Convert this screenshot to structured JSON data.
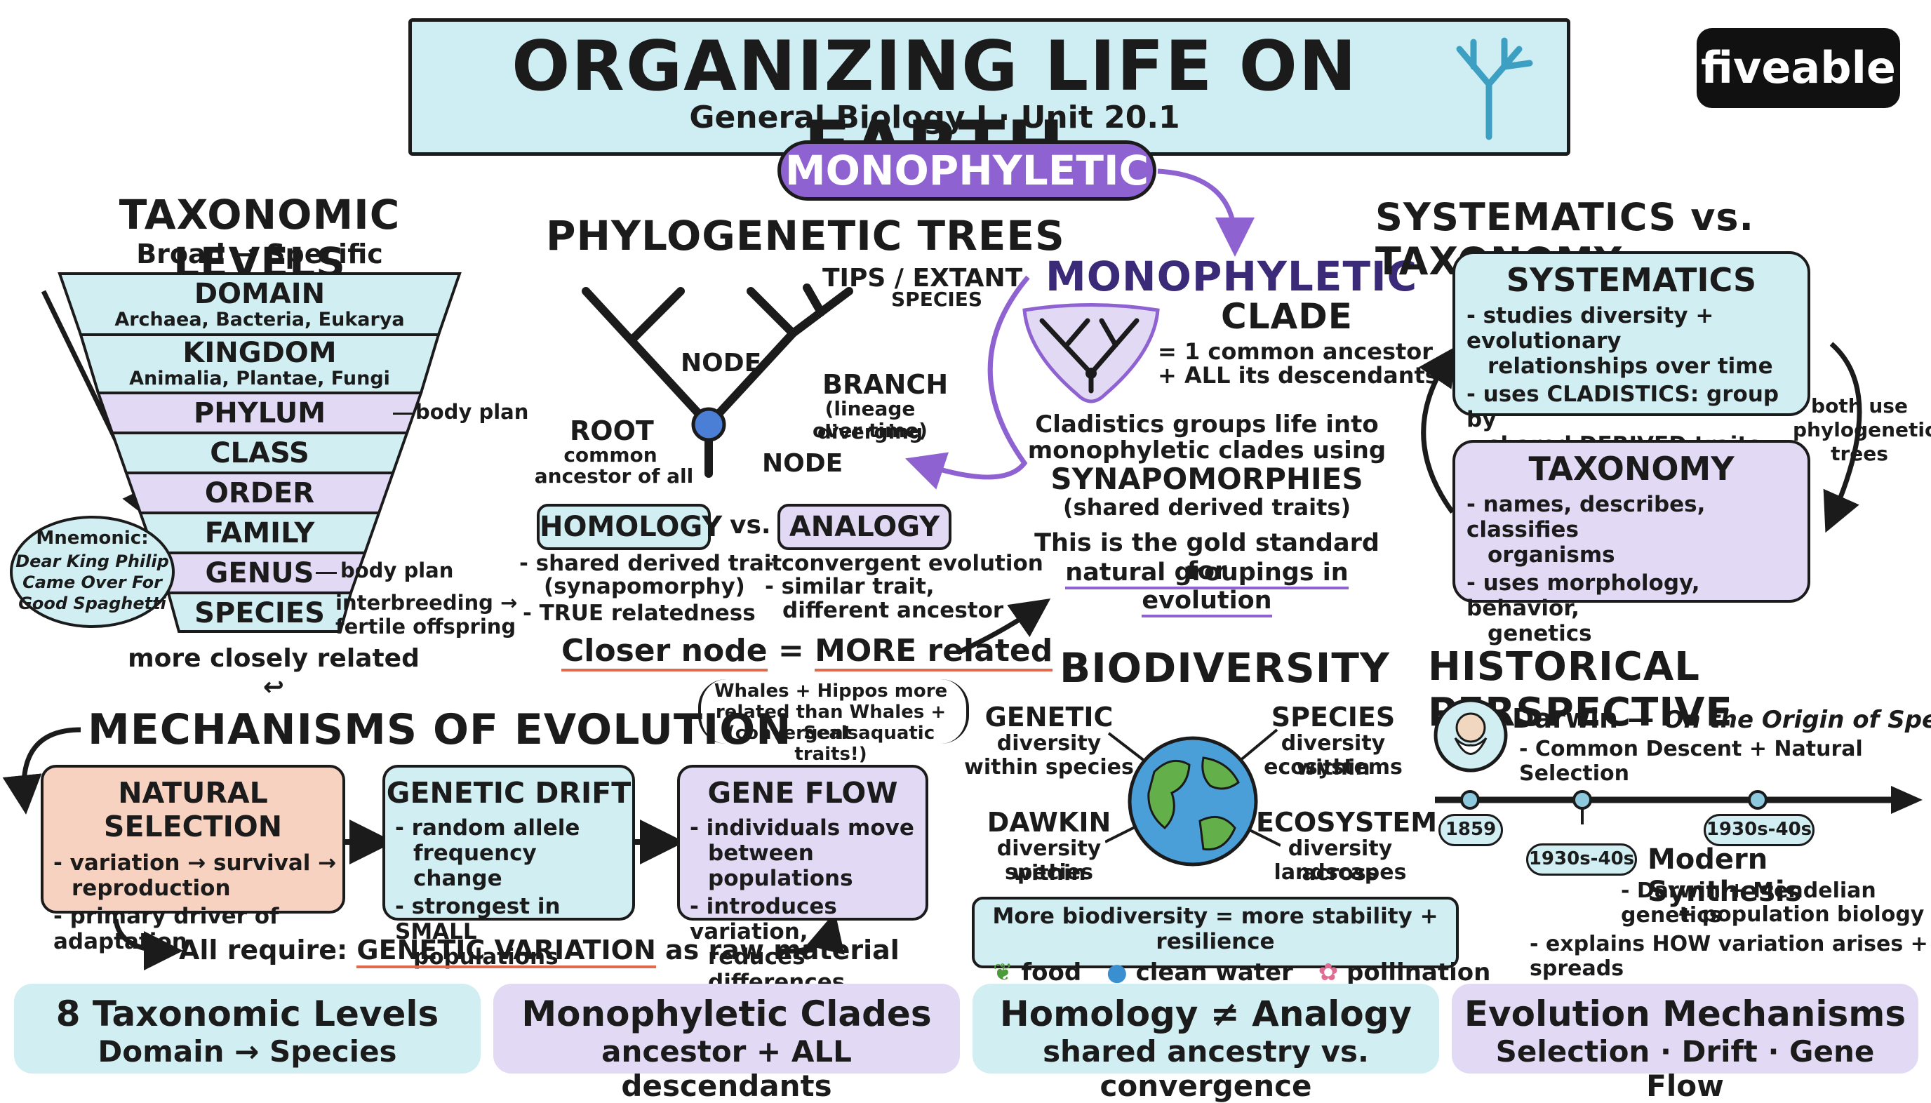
{
  "header": {
    "title": "ORGANIZING LIFE ON EARTH",
    "subtitle": "General Biology I · Unit 20.1",
    "pill": "MONOPHYLETIC",
    "logo": "fiveable"
  },
  "taxonomic": {
    "title": "TAXONOMIC LEVELS",
    "subtitle": "Broad → Specific",
    "levels": [
      {
        "name": "DOMAIN",
        "examples": "Archaea, Bacteria, Eukarya"
      },
      {
        "name": "KINGDOM",
        "examples": "Animalia, Plantae, Fungi"
      },
      {
        "name": "PHYLUM",
        "examples": ""
      },
      {
        "name": "CLASS",
        "examples": ""
      },
      {
        "name": "ORDER",
        "examples": ""
      },
      {
        "name": "FAMILY",
        "examples": ""
      },
      {
        "name": "GENUS",
        "examples": ""
      },
      {
        "name": "SPECIES",
        "examples": ""
      }
    ],
    "phylum_note": "body plan",
    "genus_note": "body plan",
    "species_note_1": "interbreeding →",
    "species_note_2": "fertile offspring",
    "mnemonic_label": "Mnemonic:",
    "mnemonic_lines": [
      "Dear King Philip",
      "Came Over For",
      "Good Spaghetti"
    ],
    "bottom_note": "more closely related ↩"
  },
  "phylo": {
    "title": "PHYLOGENETIC TREES",
    "tips_1": "TIPS / EXTANT",
    "tips_2": "SPECIES",
    "node_top": "NODE",
    "branch": "BRANCH",
    "branch_sub_1": "(lineage diverging",
    "branch_sub_2": "over time)",
    "root": "ROOT",
    "root_sub_1": "common",
    "root_sub_2": "ancestor of all",
    "node_bottom": "NODE",
    "homology": "HOMOLOGY",
    "vs": "vs.",
    "analogy": "ANALOGY",
    "homology_points": [
      "- shared derived trait",
      "(synapomorphy)",
      "- TRUE relatedness"
    ],
    "analogy_points": [
      "- convergent evolution",
      "- similar trait,",
      "different ancestor"
    ],
    "closer_a": "Closer node",
    "closer_eq": " = ",
    "closer_b": "MORE related",
    "whales_lines": [
      "Whales + Hippos more",
      "related than Whales + Seals",
      "(convergent aquatic traits!)"
    ]
  },
  "clade": {
    "title": "MONOPHYLETIC",
    "title2": "CLADE",
    "def_1": "= 1 common ancestor",
    "def_2": "+ ALL its descendants",
    "text_1": "Cladistics groups life into",
    "text_2": "monophyletic clades using",
    "synapo": "SYNAPOMORPHIES",
    "synapo_sub": "(shared derived traits)",
    "gold_1": "This is the gold standard for",
    "gold_2": "natural groupings in evolution"
  },
  "systematics": {
    "title": "SYSTEMATICS vs. TAXONOMY",
    "sys_title": "SYSTEMATICS",
    "sys_points": [
      "- studies diversity + evolutionary",
      "relationships over time",
      "- uses CLADISTICS: group by",
      "shared DERIVED traits"
    ],
    "tax_title": "TAXONOMY",
    "tax_points": [
      "- names, describes, classifies",
      "organisms",
      "- uses morphology, behavior,",
      "genetics"
    ],
    "both_1": "both use",
    "both_2": "phylogenetic",
    "both_3": "trees"
  },
  "mechanisms": {
    "title": "MECHANISMS OF EVOLUTION",
    "ns_title": "NATURAL SELECTION",
    "ns_points": [
      "- variation → survival →",
      "reproduction",
      "- primary driver of adaptation"
    ],
    "gd_title": "GENETIC DRIFT",
    "gd_points": [
      "- random allele",
      "frequency change",
      "- strongest in SMALL",
      "populations"
    ],
    "gf_title": "GENE FLOW",
    "gf_points": [
      "- individuals move",
      "between populations",
      "- introduces variation,",
      "reduces differences"
    ],
    "require_a": "All require: ",
    "require_b": "GENETIC VARIATION",
    "require_c": " as raw material"
  },
  "biodiversity": {
    "title": "BIODIVERSITY",
    "genetic": "GENETIC",
    "genetic_sub_1": "diversity",
    "genetic_sub_2": "within species",
    "species": "SPECIES",
    "species_sub_1": "diversity within",
    "species_sub_2": "ecosystems",
    "dawkin": "DAWKIN",
    "dawkin_sub_1": "diversity within",
    "dawkin_sub_2": "species",
    "ecosystem": "ECOSYSTEM",
    "ecosystem_sub_1": "diversity across",
    "ecosystem_sub_2": "landscapes",
    "more": "More biodiversity = more stability + resilience",
    "food": "food",
    "water": "clean water",
    "pollination": "pollination"
  },
  "historical": {
    "title": "HISTORICAL PERSPECTIVE",
    "darwin": "Darwin — ",
    "darwin_book": "On the Origin of Species",
    "darwin_sub": "- Common Descent + Natural Selection",
    "y1859": "1859",
    "y1930a": "1930s-40s",
    "y1930b": "1930s-40s",
    "modern": "Modern Synthesis",
    "modern_p1": "- Darwin + Mendelian genetics",
    "modern_p2": "+ population biology",
    "modern_p3": "- explains HOW variation arises + spreads"
  },
  "footer": [
    {
      "title": "8 Taxonomic Levels",
      "sub": "Domain → Species"
    },
    {
      "title": "Monophyletic Clades",
      "sub": "ancestor + ALL descendants"
    },
    {
      "title": "Homology ≠ Analogy",
      "sub": "shared ancestry vs. convergence"
    },
    {
      "title": "Evolution Mechanisms",
      "sub": "Selection · Drift · Gene Flow"
    }
  ],
  "colors": {
    "teal": "#d1eff3",
    "lavender": "#e2d9f5",
    "peach": "#f8d2c1",
    "purple": "#8e63d1",
    "red": "#e06a4e"
  }
}
